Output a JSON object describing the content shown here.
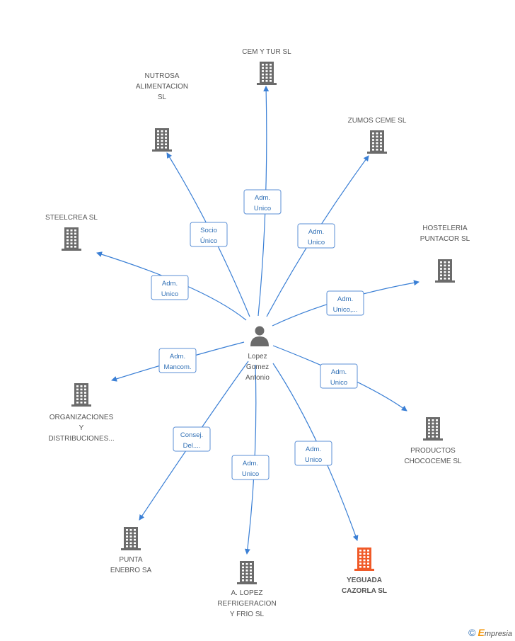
{
  "person": {
    "name_lines": [
      "Lopez",
      "Gomez",
      "Antonio"
    ],
    "icon": "person-icon"
  },
  "colors": {
    "edge": "#3a7fd5",
    "building": "#6b6b6b",
    "highlight": "#f05a28",
    "badge_border": "#5b8fd6"
  },
  "companies": [
    {
      "id": "cem",
      "lines": [
        "CEM Y TUR SL"
      ],
      "highlight": false
    },
    {
      "id": "nutrosa",
      "lines": [
        "NUTROSA",
        "ALIMENTACION",
        "SL"
      ],
      "highlight": false
    },
    {
      "id": "zumos",
      "lines": [
        "ZUMOS CEME SL"
      ],
      "highlight": false
    },
    {
      "id": "steelcrea",
      "lines": [
        "STEELCREA SL"
      ],
      "highlight": false
    },
    {
      "id": "hosteleria",
      "lines": [
        "HOSTELERIA",
        "PUNTACOR  SL"
      ],
      "highlight": false
    },
    {
      "id": "organizaciones",
      "lines": [
        "ORGANIZACIONES",
        "Y",
        "DISTRIBUCIONES..."
      ],
      "highlight": false
    },
    {
      "id": "productos",
      "lines": [
        "PRODUCTOS",
        "CHOCOCEME SL"
      ],
      "highlight": false
    },
    {
      "id": "punta",
      "lines": [
        "PUNTA",
        "ENEBRO SA"
      ],
      "highlight": false
    },
    {
      "id": "alopez",
      "lines": [
        "A.  LOPEZ",
        "REFRIGERACION",
        "Y FRIO SL"
      ],
      "highlight": false
    },
    {
      "id": "yeguada",
      "lines": [
        "YEGUADA",
        "CAZORLA SL"
      ],
      "highlight": true
    }
  ],
  "relations": [
    {
      "target": "cem",
      "lines": [
        "Adm.",
        "Unico"
      ]
    },
    {
      "target": "nutrosa",
      "lines": [
        "Socio",
        "Único"
      ]
    },
    {
      "target": "zumos",
      "lines": [
        "Adm.",
        "Unico"
      ]
    },
    {
      "target": "steelcrea",
      "lines": [
        "Adm.",
        "Unico"
      ]
    },
    {
      "target": "hosteleria",
      "lines": [
        "Adm.",
        "Unico,..."
      ]
    },
    {
      "target": "organizaciones",
      "lines": [
        "Adm.",
        "Mancom."
      ]
    },
    {
      "target": "productos",
      "lines": [
        "Adm.",
        "Unico"
      ]
    },
    {
      "target": "punta",
      "lines": [
        "Consej.",
        "Del...."
      ]
    },
    {
      "target": "alopez",
      "lines": [
        "Adm.",
        "Unico"
      ]
    },
    {
      "target": "yeguada",
      "lines": [
        "Adm.",
        "Unico"
      ]
    }
  ],
  "footer": {
    "copyright": "©",
    "brand_initial": "E",
    "brand_rest": "mpresia"
  }
}
